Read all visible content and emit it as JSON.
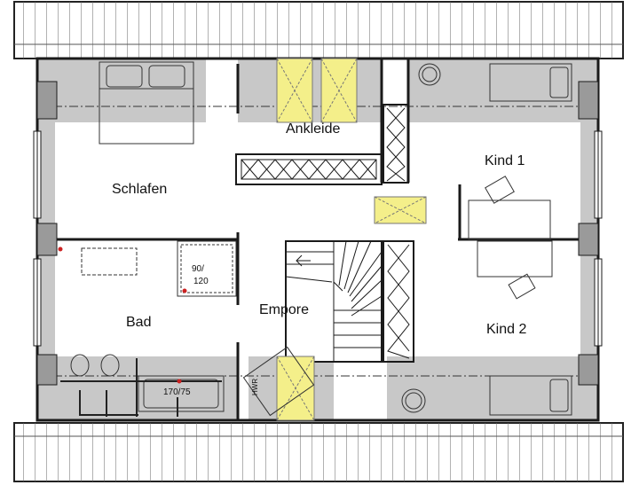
{
  "rooms": {
    "ankleide": "Ankleide",
    "kind1": "Kind 1",
    "schlafen": "Schlafen",
    "kind2": "Kind 2",
    "bad": "Bad",
    "empore": "Empore"
  },
  "annotations": {
    "shower_size_line1": "90/",
    "shower_size_line2": "120",
    "bathtub_size": "170/75",
    "hwr_label": "HWR"
  },
  "colors": {
    "wall": "#1a1a1a",
    "sloped_zone": "#c8c8c8",
    "skylight": "#f4ef8a",
    "roof_hatch": "#555555"
  }
}
